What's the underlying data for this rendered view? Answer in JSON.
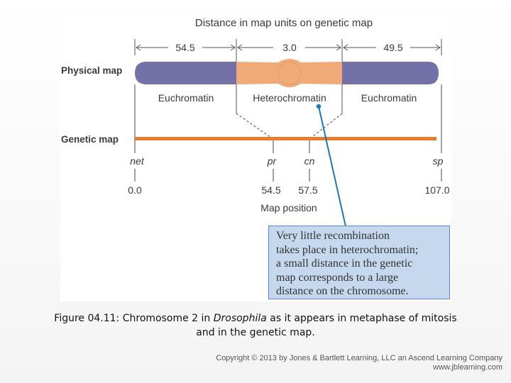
{
  "header": {
    "title": "Distance in map units on genetic map"
  },
  "distances": [
    "54.5",
    "3.0",
    "49.5"
  ],
  "physical_map": {
    "label": "Physical map",
    "regions": [
      "Euchromatin",
      "Heterochromatin",
      "Euchromatin"
    ],
    "colors": {
      "euchromatin": "#7470a8",
      "heterochromatin": "#f0aa78"
    }
  },
  "genetic_map": {
    "label": "Genetic map",
    "color": "#e87d32",
    "markers": [
      {
        "gene": "net",
        "position": "0.0"
      },
      {
        "gene": "pr",
        "position": "54.5"
      },
      {
        "gene": "cn",
        "position": "57.5"
      },
      {
        "gene": "sp",
        "position": "107.0"
      }
    ],
    "axis_label": "Map position"
  },
  "callout": {
    "lines": [
      "Very little recombination",
      "takes place in heterochromatin;",
      "a small distance in the genetic",
      "map corresponds to a large",
      "distance on the chromosome."
    ],
    "color": "#c5d8ee",
    "pointer_color": "#1a7ab8"
  },
  "caption": {
    "prefix": "Figure 04.11: Chromosome 2 in ",
    "italic": "Drosophila",
    "suffix_line1": " as it appears in metaphase of mitosis",
    "line2": "and in the genetic map."
  },
  "copyright": {
    "line1": "Copyright © 2013 by Jones & Bartlett Learning, LLC an Ascend Learning Company",
    "line2": "www.jblearning.com"
  }
}
